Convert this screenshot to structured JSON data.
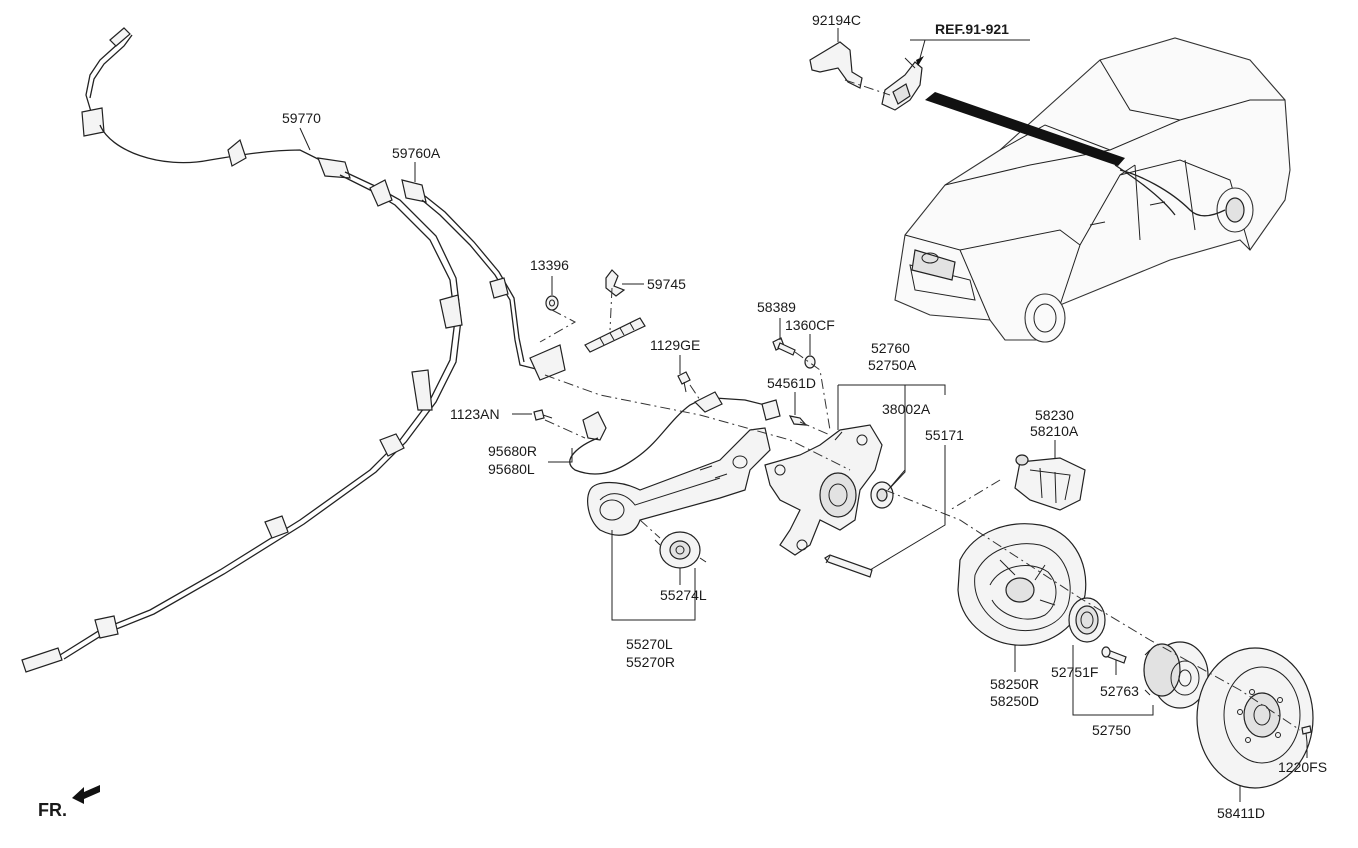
{
  "diagram": {
    "ref_label": "REF.91-921",
    "fr_label": "FR.",
    "parts": {
      "p92194C": "92194C",
      "p59770": "59770",
      "p59760A": "59760A",
      "p13396": "13396",
      "p59745": "59745",
      "p58389": "58389",
      "p1360CF": "1360CF",
      "p52760": "52760",
      "p52750A": "52750A",
      "p1129GE": "1129GE",
      "p54561D": "54561D",
      "p38002A": "38002A",
      "p55171": "55171",
      "p1123AN": "1123AN",
      "p95680R": "95680R",
      "p95680L": "95680L",
      "p58230": "58230",
      "p58210A": "58210A",
      "p55274L": "55274L",
      "p55270L": "55270L",
      "p55270R": "55270R",
      "p58250R": "58250R",
      "p58250D": "58250D",
      "p52751F": "52751F",
      "p52763": "52763",
      "p52750": "52750",
      "p1220FS": "1220FS",
      "p58411D": "58411D"
    }
  }
}
